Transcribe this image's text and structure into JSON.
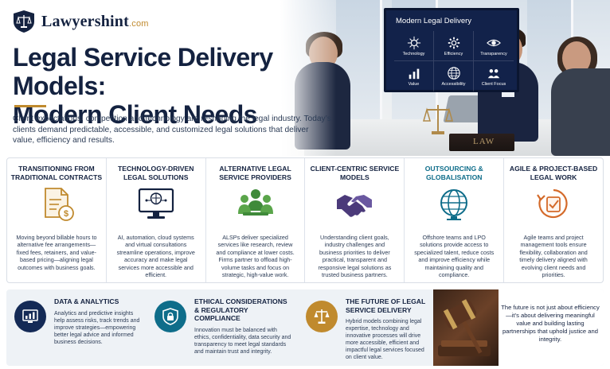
{
  "brand": {
    "name": "Lawyershint",
    "domain": ".com"
  },
  "title": {
    "line1": "Legal Service Delivery Models:",
    "line2": "Modern Client Needs"
  },
  "intro": "Client expectations, competition and technology are reshaping the legal industry. Today’s clients demand predictable, accessible, and customized legal solutions that deliver value, efficiency and results.",
  "screen": {
    "title": "Modern Legal Delivery",
    "items": [
      {
        "label": "Technology",
        "icon": "circuit-icon"
      },
      {
        "label": "Efficiency",
        "icon": "gear-icon"
      },
      {
        "label": "Transparency",
        "icon": "eye-icon"
      },
      {
        "label": "Value",
        "icon": "chart-icon"
      },
      {
        "label": "Accessibility",
        "icon": "globe-icon"
      },
      {
        "label": "Client Focus",
        "icon": "people-icon"
      }
    ]
  },
  "photo": {
    "book_label": "LAW"
  },
  "cards": [
    {
      "title": "TRANSITIONING FROM TRADITIONAL CONTRACTS",
      "icon": "invoice-dollar-icon",
      "text": "Moving beyond billable hours to alternative fee arrangements—fixed fees, retainers, and value-based pricing—aligning legal outcomes with business goals."
    },
    {
      "title": "TECHNOLOGY-DRIVEN LEGAL SOLUTIONS",
      "icon": "ai-monitor-icon",
      "text": "AI, automation, cloud systems and virtual consultations streamline operations, improve accuracy and make legal services more accessible and efficient."
    },
    {
      "title": "ALTERNATIVE LEGAL SERVICE PROVIDERS",
      "icon": "team-icon",
      "text": "ALSPs deliver specialized services like research, review and compliance at lower costs. Firms partner to offload high-volume tasks and focus on strategic, high-value work."
    },
    {
      "title": "CLIENT-CENTRIC SERVICE MODELS",
      "icon": "handshake-icon",
      "text": "Understanding client goals, industry challenges and business priorities to deliver practical, transparent and responsive legal solutions as trusted business partners."
    },
    {
      "title": "OUTSOURCING & GLOBALISATION",
      "icon": "globe-icon",
      "text": "Offshore teams and LPO solutions provide access to specialized talent, reduce costs and improve efficiency while maintaining quality and compliance."
    },
    {
      "title": "AGILE & PROJECT-BASED LEGAL WORK",
      "icon": "agile-cycle-icon",
      "text": "Agile teams and project management tools ensure flexibility, collaboration and timely delivery aligned with evolving client needs and priorities."
    }
  ],
  "bottom": [
    {
      "title": "DATA & ANALYTICS",
      "icon": "analytics-icon",
      "color": "#142a56",
      "text": "Analytics and predictive insights help assess risks, track trends and improve strategies—empowering better legal advice and informed business decisions."
    },
    {
      "title": "ETHICAL CONSIDERATIONS & REGULATORY COMPLIANCE",
      "icon": "shield-lock-icon",
      "color": "#0e6d8a",
      "text": "Innovation must be balanced with ethics, confidentiality, data security and transparency to meet legal standards and maintain trust and integrity."
    },
    {
      "title": "THE FUTURE OF LEGAL SERVICE DELIVERY",
      "icon": "scales-icon",
      "color": "#c08a2e",
      "text": "Hybrid models combining legal expertise, technology and innovative processes will drive more accessible, efficient and impactful legal services focused on client value."
    }
  ],
  "quote": "The future is not just about efficiency—it’s about delivering meaningful value and building lasting partnerships that uphold justice and integrity.",
  "colors": {
    "navy": "#142240",
    "gold": "#c08a2e",
    "teal": "#0e6d8a",
    "green": "#3f8a3a",
    "purple": "#4b3a7a",
    "orange": "#d46a2a"
  }
}
